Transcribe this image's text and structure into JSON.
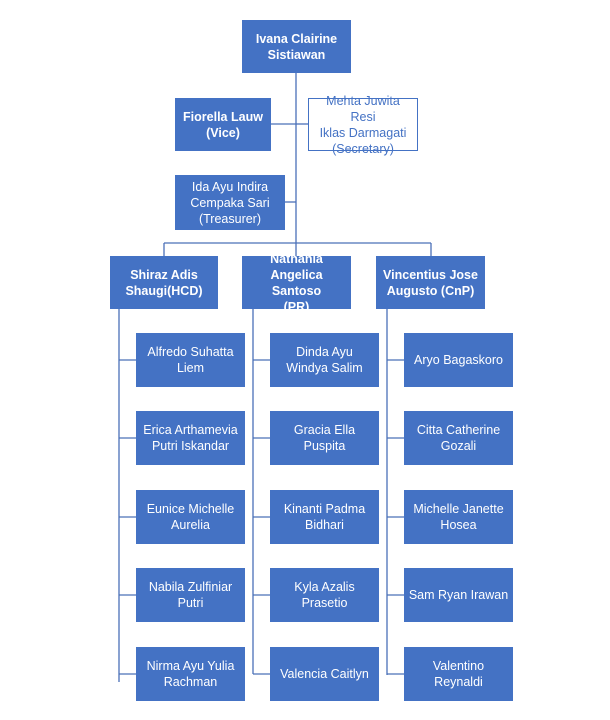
{
  "root": {
    "lines": [
      "Ivana Clairine",
      "Sistiawan"
    ]
  },
  "vice": {
    "lines": [
      "Fiorella Lauw",
      "(Vice)"
    ]
  },
  "secretary": {
    "lines": [
      "Mehta Juwita Resi",
      "Iklas Darmagati",
      "(Secretary)"
    ]
  },
  "treasurer": {
    "lines": [
      "Ida Ayu Indira",
      "Cempaka Sari",
      "(Treasurer)"
    ]
  },
  "divisions": [
    {
      "lines": [
        "Shiraz Adis",
        "Shaugi(HCD)"
      ],
      "members": [
        [
          "Alfredo Suhatta",
          "Liem"
        ],
        [
          "Erica Arthamevia",
          "Putri Iskandar"
        ],
        [
          "Eunice Michelle",
          "Aurelia"
        ],
        [
          "Nabila Zulfiniar",
          "Putri"
        ],
        [
          "Nirma Ayu Yulia",
          "Rachman"
        ]
      ]
    },
    {
      "lines": [
        "Nathania",
        "Angelica Santoso",
        "(PR)"
      ],
      "members": [
        [
          "Dinda Ayu",
          "Windya Salim"
        ],
        [
          "Gracia Ella",
          "Puspita"
        ],
        [
          "Kinanti Padma",
          "Bidhari"
        ],
        [
          "Kyla Azalis",
          "Prasetio"
        ],
        [
          "Valencia Caitlyn"
        ]
      ]
    },
    {
      "lines": [
        "Vincentius Jose",
        "Augusto (CnP)"
      ],
      "members": [
        [
          "Aryo Bagaskoro"
        ],
        [
          "Citta Catherine",
          "Gozali"
        ],
        [
          "Michelle Janette",
          "Hosea"
        ],
        [
          "Sam Ryan Irawan"
        ],
        [
          "Valentino",
          "Reynaldi"
        ]
      ]
    }
  ]
}
